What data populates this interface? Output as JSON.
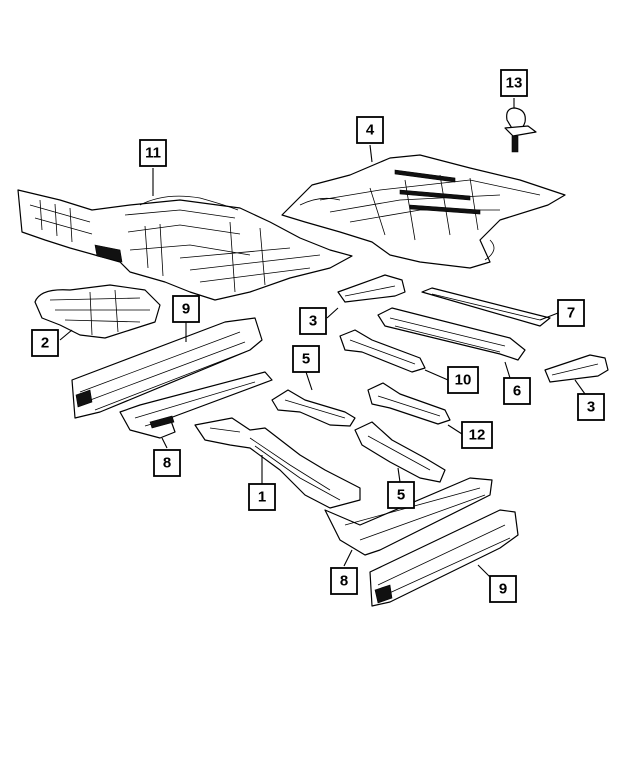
{
  "callouts": [
    {
      "id": "c1",
      "label": "1"
    },
    {
      "id": "c2",
      "label": "2"
    },
    {
      "id": "c3a",
      "label": "3"
    },
    {
      "id": "c3b",
      "label": "3"
    },
    {
      "id": "c4",
      "label": "4"
    },
    {
      "id": "c5a",
      "label": "5"
    },
    {
      "id": "c5b",
      "label": "5"
    },
    {
      "id": "c6",
      "label": "6"
    },
    {
      "id": "c7",
      "label": "7"
    },
    {
      "id": "c8a",
      "label": "8"
    },
    {
      "id": "c8b",
      "label": "8"
    },
    {
      "id": "c9a",
      "label": "9"
    },
    {
      "id": "c9b",
      "label": "9"
    },
    {
      "id": "c10",
      "label": "10"
    },
    {
      "id": "c11",
      "label": "11"
    },
    {
      "id": "c12",
      "label": "12"
    },
    {
      "id": "c13",
      "label": "13"
    }
  ],
  "colors": {
    "line": "#000000",
    "background": "#ffffff"
  }
}
